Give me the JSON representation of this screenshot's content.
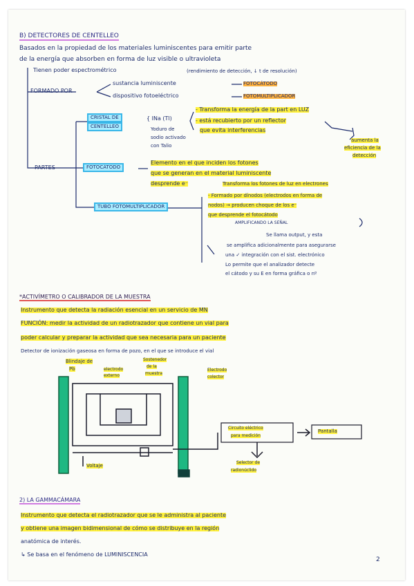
{
  "page_number": "2",
  "section_b": {
    "title": "B) DETECTORES DE CENTELLEO",
    "line1": "Basados en la propiedad de los materiales luminiscentes para emitir parte",
    "line2": "de la energía que absorben en forma de luz visible o ultravioleta",
    "tienen": "Tienen poder espectrométrico",
    "tienen_note": "(rendimiento de detección, ↓ t de resolución)",
    "formado_por": "FORMADO POR",
    "formado_1": "sustancia luminiscente",
    "formado_1_arrow": "FOTOCÁTODO",
    "formado_2": "dispositivo fotoeléctrico",
    "formado_2_arrow": "FOTOMULTIPLICADOR",
    "partes": "PARTES",
    "cristal": {
      "label_1": "CRISTAL DE",
      "label_2": "CENTELLEO",
      "formula": "{ INa (Tl)",
      "desc_1": "Yoduro de",
      "desc_2": "sodio activado",
      "desc_3": "con Talio",
      "note_1": "- Transforma la energía de la part en LUZ",
      "note_2": "- está recubierto por un reflector",
      "note_3": "que evita interferencias",
      "note_4": "aumenta la",
      "note_5": "eficiencia de la",
      "note_6": "detección"
    },
    "fotocatodo": {
      "label": "FOTOCÁTODO",
      "note_1": "Elemento en el que inciden los fotones",
      "note_2": "que se generan en el material luminiscente",
      "note_3": "desprende e⁻",
      "note_4": "Transforma los fotones de luz en electrones"
    },
    "tubo": {
      "label": "TUBO FOTOMULTIPLICADOR",
      "note_1": "- Formado por dínodos (electrodos en forma de",
      "note_2": "nodos) → producen choque de los e⁻",
      "note_3": "que desprende el fotocátodo",
      "note_4": "AMPLIFICANDO LA SEÑAL",
      "note_5": "Se llama output, y esta",
      "note_6": "se amplifica adicionalmente para asegurarse",
      "note_7": "una ✓ integración con el sist. electrónico",
      "note_8": "Lo permite que el analizador detecte",
      "note_9": "el cátodo y su E en forma gráfica o nº"
    }
  },
  "section_activimetro": {
    "title": "*ACTIVÍMETRO O CALIBRADOR DE LA MUESTRA",
    "line1": "Instrumento que detecta la radiación esencial en un servicio de MN",
    "line2": "FUNCIÓN: medir la actividad de un radiotrazador que contiene un vial para",
    "line3": "poder calcular y preparar la actividad que sea necesaria para un paciente",
    "line4": "Detector de ionización gaseosa en forma de pozo, en el que se introduce el vial",
    "diagram": {
      "blindaje_1": "Blindaje de",
      "blindaje_2": "Pb",
      "electrodo_externo_1": "electrodo",
      "electrodo_externo_2": "externo",
      "sostenedor_1": "Sostenedor",
      "sostenedor_2": "de la",
      "sostenedor_3": "muestra",
      "colector_1": "Electrodo",
      "colector_2": "colector",
      "voltaje": "Voltaje",
      "circuito_1": "Circuito eléctrico",
      "circuito_2": "para medición",
      "pantalla": "Pantalla",
      "selector_1": "Selector de",
      "selector_2": "radionúclido"
    }
  },
  "section_gamma": {
    "title": "2) LA GAMMACÁMARA",
    "line1": "Instrumento que detecta el radiotrazador que se le administra al paciente",
    "line2": "y obtiene una imagen bidimensional de cómo se distribuye en la región",
    "line3": "anatómica de interés.",
    "line4": "↳ Se basa en el fenómeno de LUMINISCENCIA"
  }
}
